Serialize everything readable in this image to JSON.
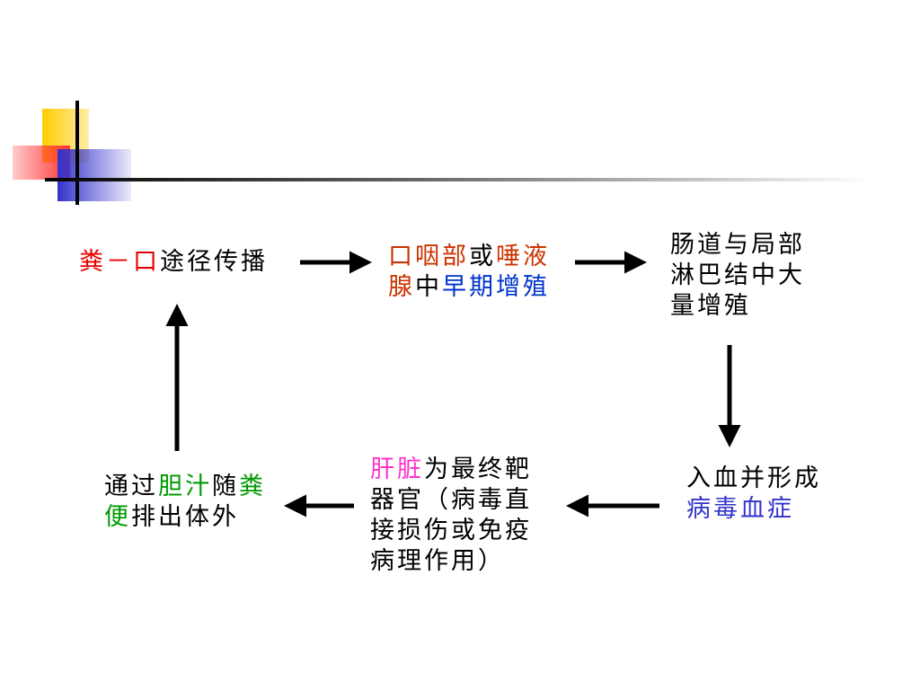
{
  "colors": {
    "red": "#e60000",
    "orange_red": "#cc3300",
    "blue": "#0033cc",
    "purple_blue": "#3333cc",
    "green": "#009900",
    "magenta": "#ff33cc",
    "black": "#000000",
    "deco_yellow": "#ffcc00",
    "deco_red": "#ff3333",
    "deco_blue": "#3333cc"
  },
  "nodes": {
    "fecal_oral": {
      "line1": [
        {
          "text": "粪－口",
          "color": "red"
        },
        {
          "text": "途径传播",
          "color": "black"
        }
      ]
    },
    "pharynx": {
      "line1": [
        {
          "text": "口咽部",
          "color": "orange_red"
        },
        {
          "text": "或",
          "color": "black"
        },
        {
          "text": "唾液",
          "color": "orange_red"
        }
      ],
      "line2": [
        {
          "text": "腺",
          "color": "orange_red"
        },
        {
          "text": "中",
          "color": "black"
        },
        {
          "text": "早期增殖",
          "color": "blue"
        }
      ]
    },
    "intestine": {
      "line1": [
        {
          "text": "肠道与局部",
          "color": "black"
        }
      ],
      "line2": [
        {
          "text": "淋巴结中大",
          "color": "black"
        }
      ],
      "line3": [
        {
          "text": "量增殖",
          "color": "black"
        }
      ]
    },
    "viremia": {
      "line1": [
        {
          "text": "入血并形成",
          "color": "black"
        }
      ],
      "line2": [
        {
          "text": "病毒血症",
          "color": "purple_blue"
        }
      ]
    },
    "liver": {
      "line1": [
        {
          "text": "肝脏",
          "color": "magenta"
        },
        {
          "text": "为最终靶",
          "color": "black"
        }
      ],
      "line2": [
        {
          "text": "器官（病毒直",
          "color": "black"
        }
      ],
      "line3": [
        {
          "text": "接损伤或免疫",
          "color": "black"
        }
      ],
      "line4": [
        {
          "text": "病理作用）",
          "color": "black"
        }
      ]
    },
    "bile": {
      "line1": [
        {
          "text": "通过",
          "color": "black"
        },
        {
          "text": "胆汁",
          "color": "green"
        },
        {
          "text": "随",
          "color": "black"
        },
        {
          "text": "粪",
          "color": "green"
        }
      ],
      "line2": [
        {
          "text": "便",
          "color": "green"
        },
        {
          "text": "排出体外",
          "color": "black"
        }
      ]
    }
  }
}
